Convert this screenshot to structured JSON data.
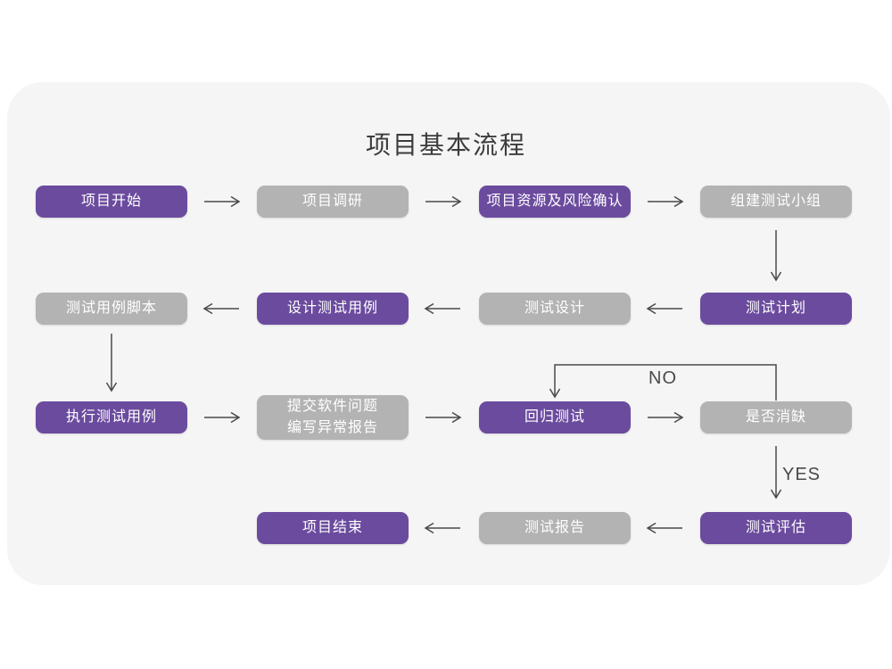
{
  "title": "项目基本流程",
  "colors": {
    "purple": "#6B4B9E",
    "gray": "#B3B3B3",
    "card_bg": "#F5F5F6",
    "arrow": "#4A4A4A",
    "box_text": "#FFFFFF",
    "title": "#3C3C3C"
  },
  "labels": {
    "no": "NO",
    "yes": "YES"
  },
  "nodes": [
    {
      "id": "project-start",
      "label": "项目开始",
      "variant": "purple"
    },
    {
      "id": "project-research",
      "label": "项目调研",
      "variant": "gray"
    },
    {
      "id": "project-resources-risk",
      "label": "项目资源及风险确认",
      "variant": "purple"
    },
    {
      "id": "build-test-team",
      "label": "组建测试小组",
      "variant": "gray"
    },
    {
      "id": "test-case-script",
      "label": "测试用例脚本",
      "variant": "gray"
    },
    {
      "id": "design-test-case",
      "label": "设计测试用例",
      "variant": "purple"
    },
    {
      "id": "test-design",
      "label": "测试设计",
      "variant": "gray"
    },
    {
      "id": "test-plan",
      "label": "测试计划",
      "variant": "purple"
    },
    {
      "id": "execute-test-case",
      "label": "执行测试用例",
      "variant": "purple"
    },
    {
      "id": "submit-issue-report",
      "label": "提交软件问题",
      "label2": "编写异常报告",
      "variant": "gray"
    },
    {
      "id": "regression-test",
      "label": "回归测试",
      "variant": "purple"
    },
    {
      "id": "defect-resolved",
      "label": "是否消缺",
      "variant": "gray"
    },
    {
      "id": "project-end",
      "label": "项目结束",
      "variant": "purple"
    },
    {
      "id": "test-report",
      "label": "测试报告",
      "variant": "gray"
    },
    {
      "id": "test-evaluate",
      "label": "测试评估",
      "variant": "purple"
    }
  ],
  "edges": [
    {
      "from": "project-start",
      "to": "project-research"
    },
    {
      "from": "project-research",
      "to": "project-resources-risk"
    },
    {
      "from": "project-resources-risk",
      "to": "build-test-team"
    },
    {
      "from": "build-test-team",
      "to": "test-plan"
    },
    {
      "from": "test-plan",
      "to": "test-design"
    },
    {
      "from": "test-design",
      "to": "design-test-case"
    },
    {
      "from": "design-test-case",
      "to": "test-case-script"
    },
    {
      "from": "test-case-script",
      "to": "execute-test-case"
    },
    {
      "from": "execute-test-case",
      "to": "submit-issue-report"
    },
    {
      "from": "submit-issue-report",
      "to": "regression-test"
    },
    {
      "from": "regression-test",
      "to": "defect-resolved"
    },
    {
      "from": "defect-resolved",
      "to": "regression-test",
      "label": "NO"
    },
    {
      "from": "defect-resolved",
      "to": "test-evaluate",
      "label": "YES"
    },
    {
      "from": "test-evaluate",
      "to": "test-report"
    },
    {
      "from": "test-report",
      "to": "project-end"
    }
  ]
}
